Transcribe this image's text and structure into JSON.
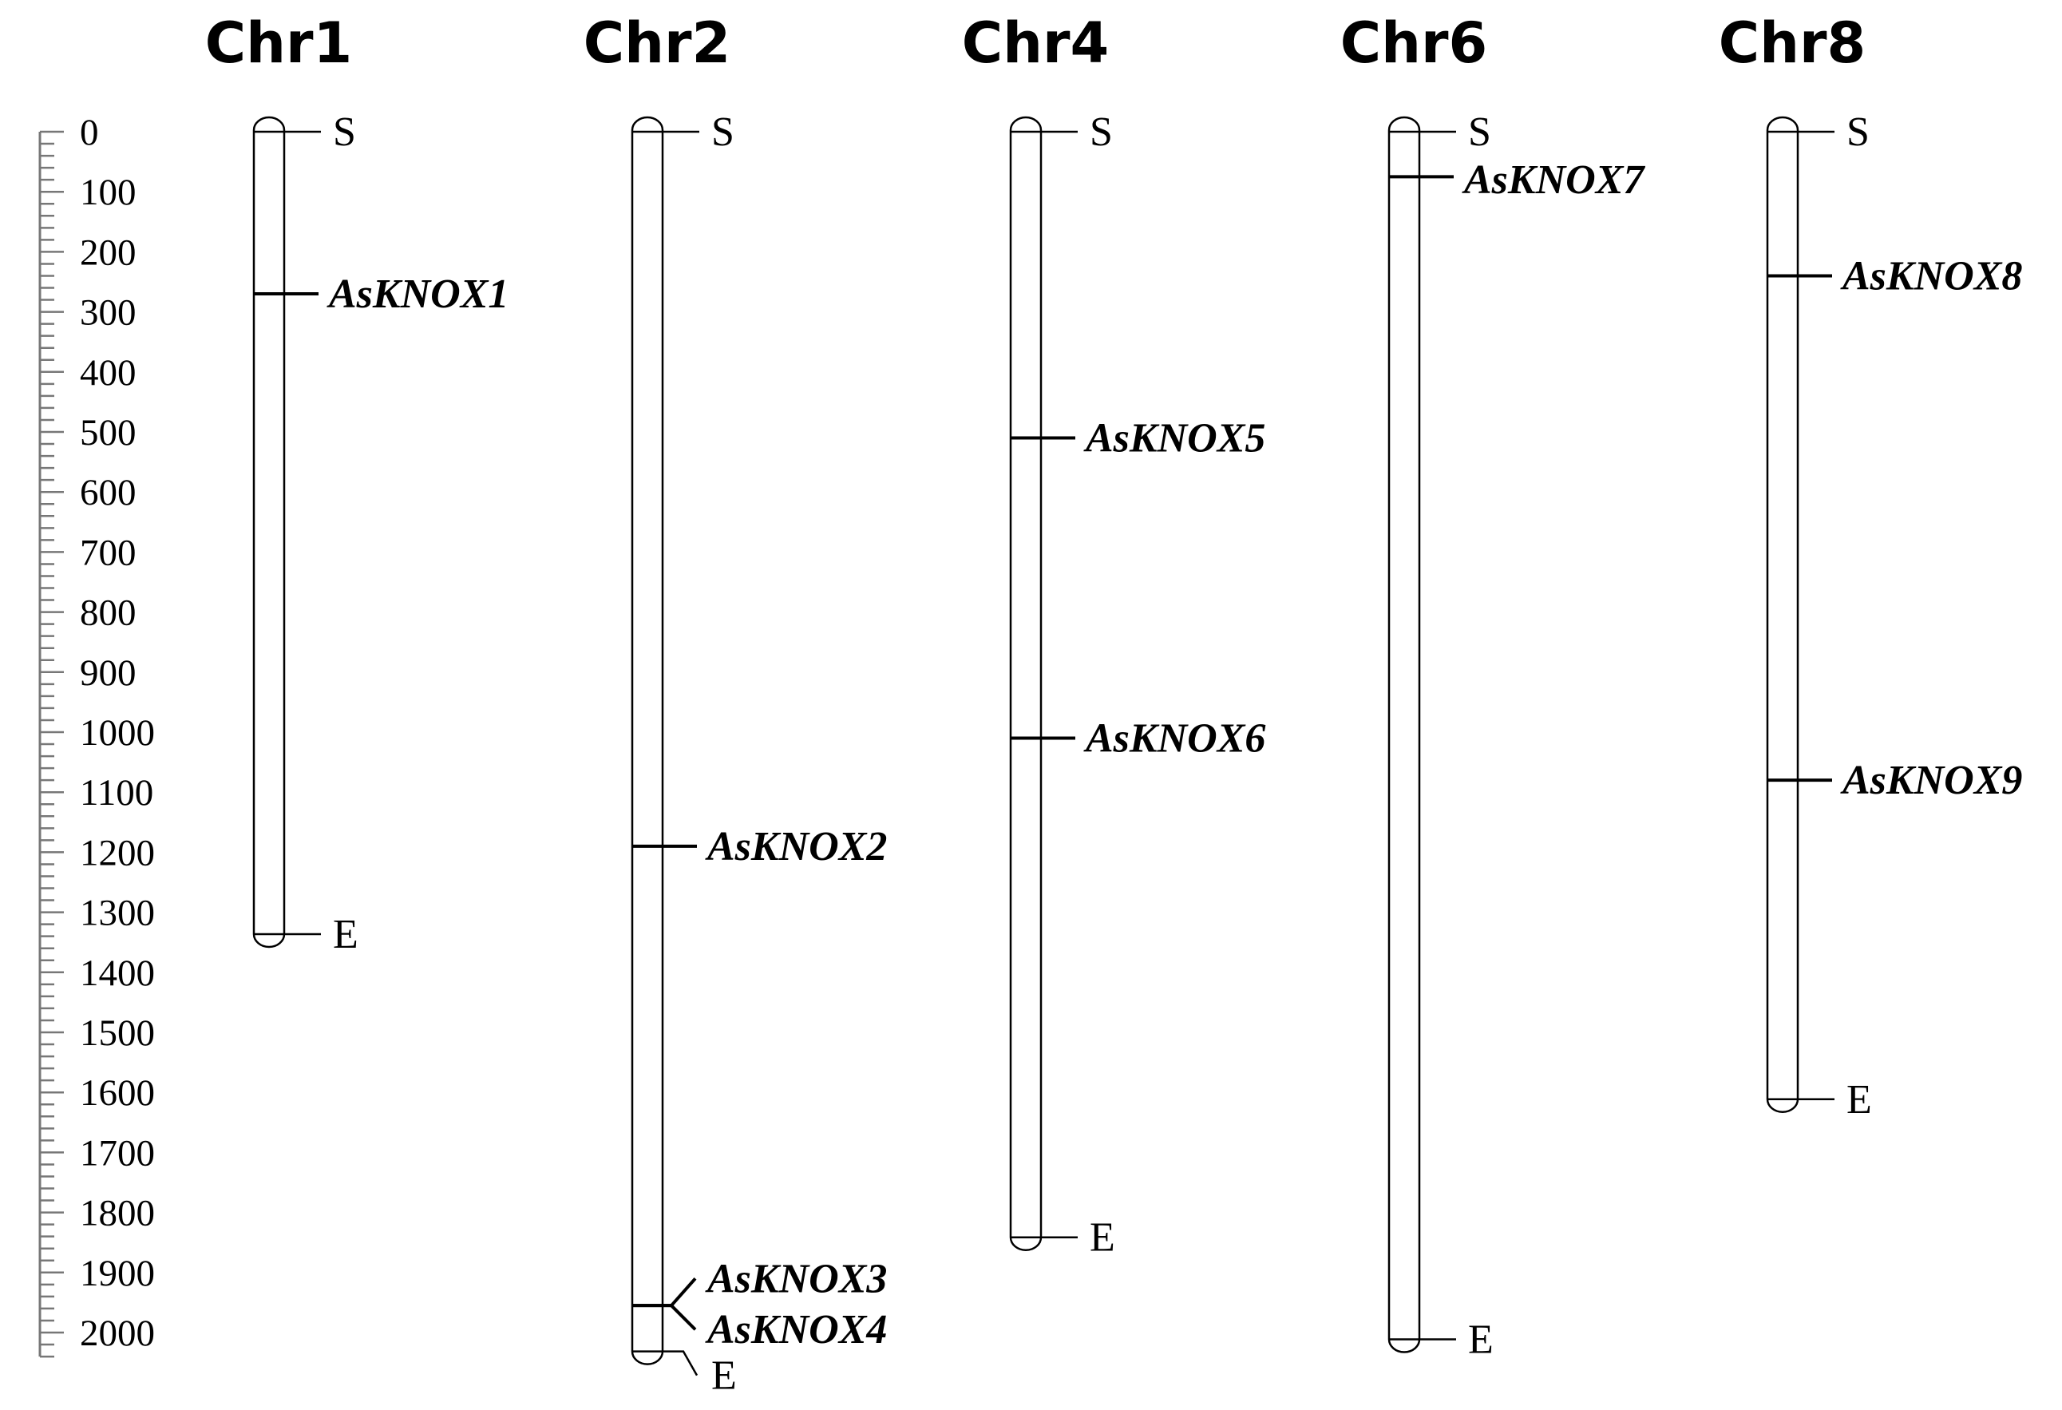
{
  "chart_data": {
    "type": "chromosome-map",
    "scale": {
      "min": 0,
      "max": 2000,
      "step": 100,
      "minor_step": 20,
      "tick_labels": [
        "0",
        "100",
        "200",
        "300",
        "400",
        "500",
        "600",
        "700",
        "800",
        "900",
        "1000",
        "1100",
        "1200",
        "1300",
        "1400",
        "1500",
        "1600",
        "1700",
        "1800",
        "1900",
        "2000"
      ]
    },
    "start_label": "S",
    "end_label": "E",
    "chromosomes": [
      {
        "name": "Chr1",
        "length": 1355,
        "genes": [
          {
            "name": "AsKNOX1",
            "position": 270
          }
        ]
      },
      {
        "name": "Chr2",
        "length": 2050,
        "genes": [
          {
            "name": "AsKNOX2",
            "position": 1190
          },
          {
            "name": "AsKNOX3",
            "position": 1955,
            "label_position": 1910
          },
          {
            "name": "AsKNOX4",
            "position": 1955,
            "label_position": 1995
          }
        ]
      },
      {
        "name": "Chr4",
        "length": 1860,
        "genes": [
          {
            "name": "AsKNOX5",
            "position": 510
          },
          {
            "name": "AsKNOX6",
            "position": 1010
          }
        ]
      },
      {
        "name": "Chr6",
        "length": 2030,
        "genes": [
          {
            "name": "AsKNOX7",
            "position": 75,
            "label_position": 80
          }
        ]
      },
      {
        "name": "Chr8",
        "length": 1630,
        "genes": [
          {
            "name": "AsKNOX8",
            "position": 240
          },
          {
            "name": "AsKNOX9",
            "position": 1080
          }
        ]
      }
    ]
  }
}
